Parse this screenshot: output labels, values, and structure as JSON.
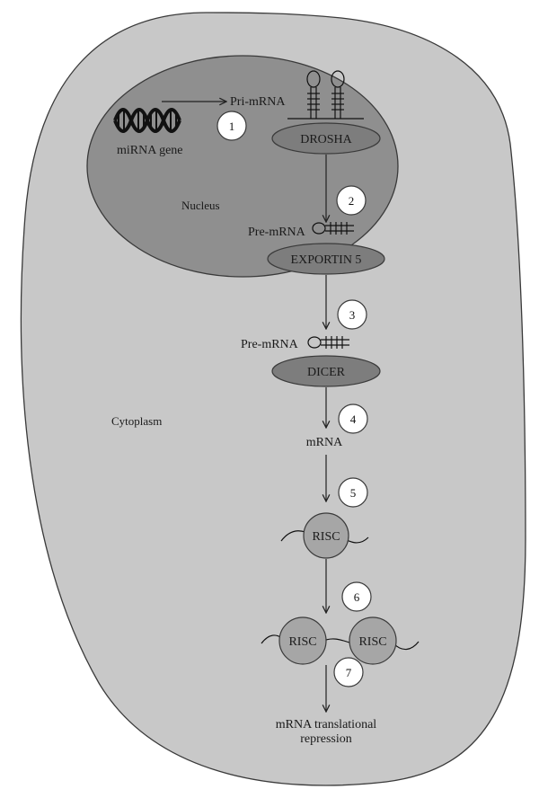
{
  "labels": {
    "mirna_gene": "miRNA gene",
    "pri_mrna": "Pri-mRNA",
    "drosha": "DROSHA",
    "nucleus": "Nucleus",
    "pre_mrna_nucleus": "Pre-mRNA",
    "exportin": "EXPORTIN 5",
    "pre_mrna_cytoplasm": "Pre-mRNA",
    "dicer": "DICER",
    "cytoplasm": "Cytoplasm",
    "mrna": "mRNA",
    "risc_single": "RISC",
    "risc_pair_left": "RISC",
    "risc_pair_right": "RISC",
    "repression_line1": "mRNA translational",
    "repression_line2": "repression"
  },
  "steps": [
    "1",
    "2",
    "3",
    "4",
    "5",
    "6",
    "7"
  ],
  "colors": {
    "cell_fill": "#c8c8c8",
    "nucleus_fill": "#8f8f8f",
    "enzyme_fill": "#7d7d7d",
    "risc_fill": "#a6a6a6",
    "outline": "#3a3a3a"
  }
}
